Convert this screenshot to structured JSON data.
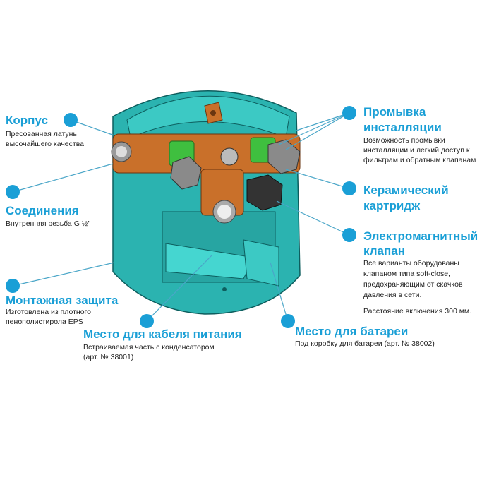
{
  "accent_color": "#1a9fd6",
  "callouts": {
    "korpus": {
      "title": "Корпус",
      "desc": [
        "Пресованная латунь",
        "высочайшего качества"
      ]
    },
    "soedineniya": {
      "title": "Соединения",
      "desc": [
        "Внутренняя резьба G ½\""
      ]
    },
    "montazh": {
      "title": "Монтажная защита",
      "desc": [
        "Изготовлена из плотного",
        "пенополистирола EPS"
      ]
    },
    "kabel": {
      "title": "Место для кабеля питания",
      "desc": [
        "Встраиваемая часть с конденсатором",
        "(арт. № 38001)"
      ]
    },
    "batareya": {
      "title": "Место для батареи",
      "desc": [
        "Под коробку для батареи (арт. № 38002)"
      ]
    },
    "promyvka": {
      "title": [
        "Промывка",
        "инсталляции"
      ],
      "desc": [
        "Возможность промывки",
        "инсталляции и легкий доступ к",
        "фильтрам и обратным клапанам"
      ]
    },
    "kartridzh": {
      "title": [
        "Керамический",
        "картридж"
      ]
    },
    "klapan": {
      "title": [
        "Электромагнитный",
        "клапан"
      ],
      "desc": [
        "Все варианты оборудованы",
        "клапаном типа soft-close,",
        "предохраняющим от скачков",
        "давления в сети."
      ],
      "note": "Расстояние включения 300 мм."
    }
  }
}
